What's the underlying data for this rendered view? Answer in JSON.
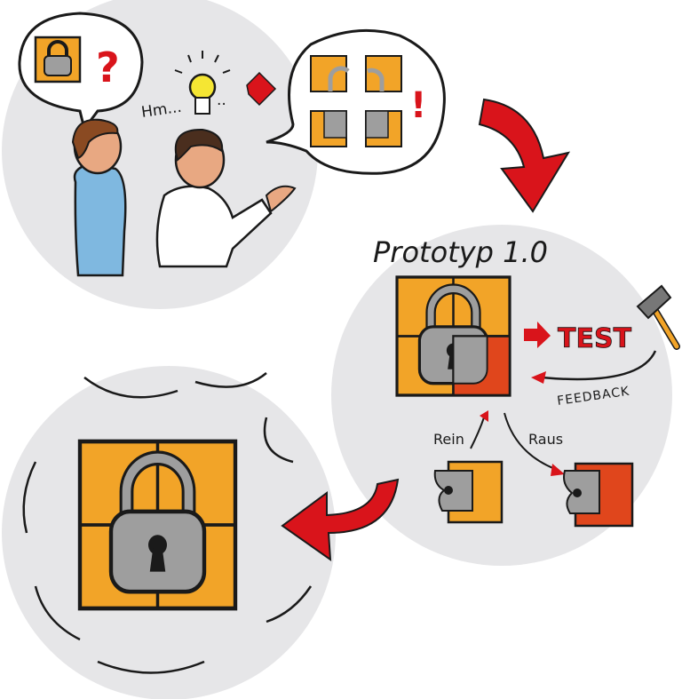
{
  "colors": {
    "orange": "#f2a428",
    "red": "#d9141b",
    "dark_orange": "#e0461c",
    "gray_bg": "#e6e6e8",
    "lock_gray": "#9e9e9e",
    "outline": "#1a1a1a",
    "skin": "#e8a882",
    "shirt_blue": "#7fb8e0",
    "bulb_yellow": "#f5e633"
  },
  "thought": {
    "question_mark": "?",
    "hm_text": "Hm...",
    "dots_text": "..",
    "exclamation": "!"
  },
  "prototype": {
    "title": "Prototyp 1.0",
    "test_label": "TEST",
    "feedback_label": "FEEDBACK",
    "in_label": "Rein",
    "out_label": "Raus"
  }
}
